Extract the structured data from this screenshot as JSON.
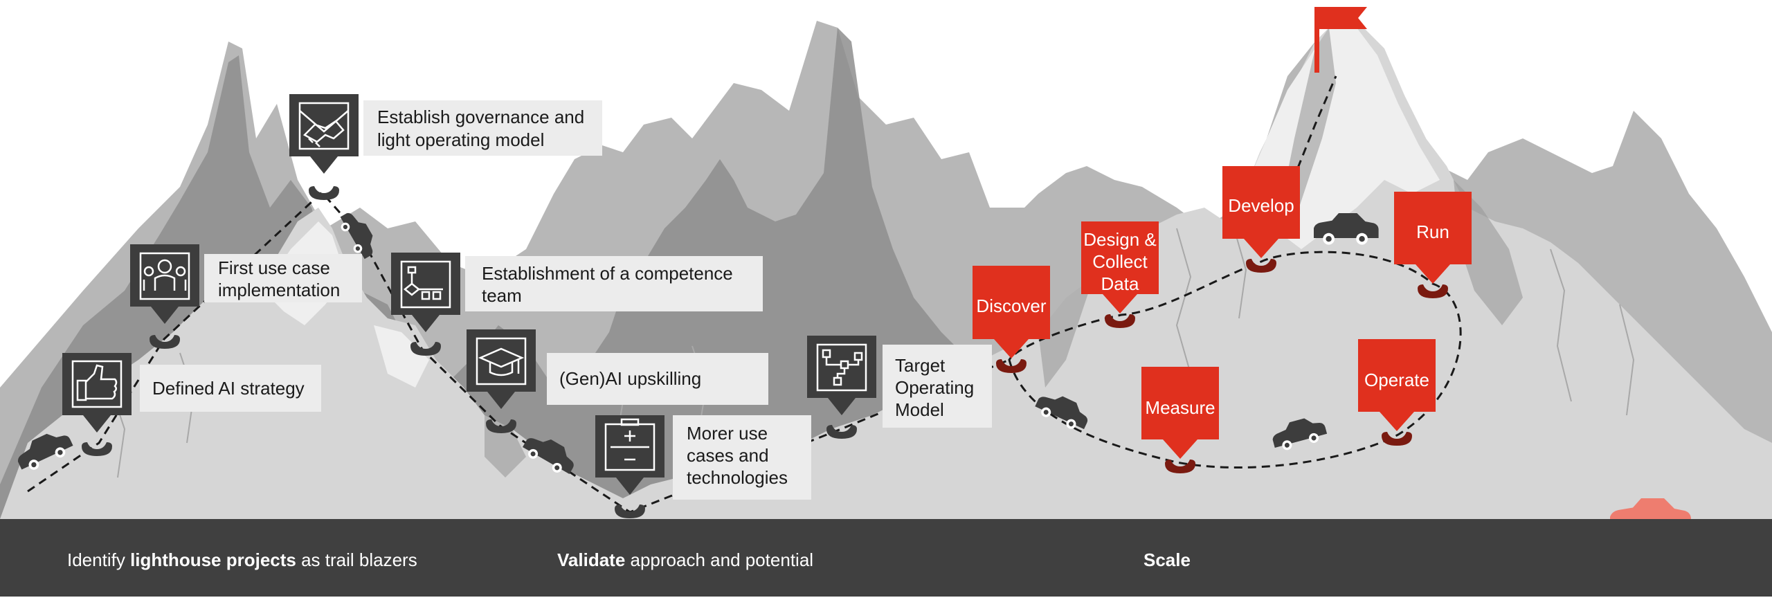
{
  "labels": {
    "strategy": "Defined AI strategy",
    "first_use_case": "First use case\nimplementation",
    "governance": "Establish governance and\nlight operating model",
    "competence": "Establishment of a competence\nteam",
    "upskilling": "(Gen)AI upskilling",
    "more_use_cases": "Morer use\ncases and\ntechnologies",
    "tom": "Target\nOperating\nModel"
  },
  "cycle": {
    "discover": "Discover",
    "design_1": "Design &",
    "design_2": "Collect",
    "design_3": "Data",
    "develop": "Develop",
    "run": "Run",
    "operate": "Operate",
    "measure": "Measure"
  },
  "bottom": {
    "phase1_pre": "Identify ",
    "phase1_bold": "lighthouse projects",
    "phase1_post": " as trail blazers",
    "phase2_bold": "Validate",
    "phase2_post": " approach and potential",
    "phase3_bold": "Scale"
  },
  "colors": {
    "accent_red": "#e0301e",
    "marker_dark": "#3d3d3d",
    "bar": "#404040",
    "car_salmon": "#ee7d6f"
  },
  "icons": [
    "thumbs-up-icon",
    "people-icon",
    "handshake-icon",
    "org-chart-icon",
    "graduation-cap-icon",
    "first-aid-kit-icon",
    "flowchart-icon",
    "flag-icon",
    "car-icon"
  ]
}
